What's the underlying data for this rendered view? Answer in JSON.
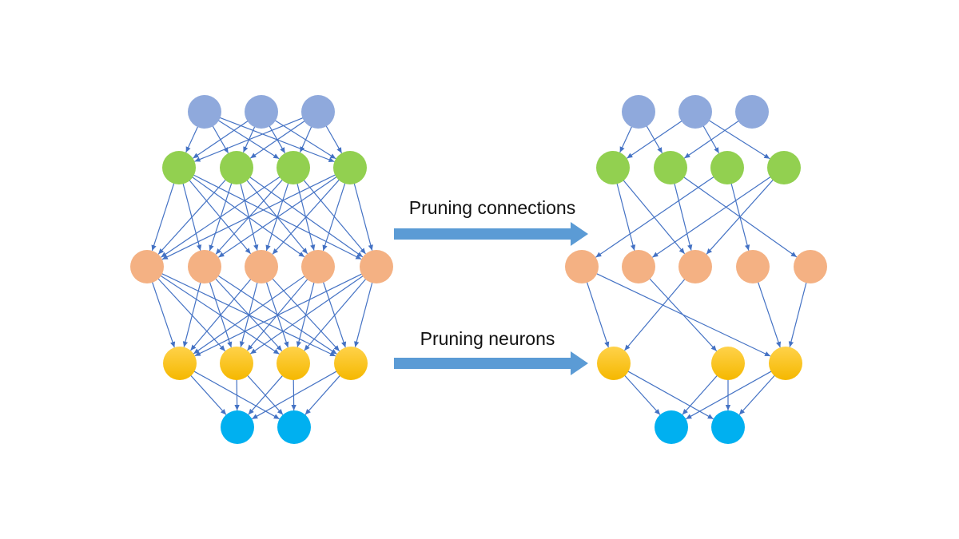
{
  "labels": {
    "pruning_connections": "Pruning connections",
    "pruning_neurons": "Pruning neurons"
  },
  "colors": {
    "input": "#8FA9DC",
    "hidden1": "#92D050",
    "hidden2": "#F4B183",
    "hidden3": "#FFC000",
    "output": "#00B0F0",
    "edge": "#4472C4",
    "arrow": "#5B9BD5"
  },
  "networks": {
    "original": {
      "layer_sizes": [
        3,
        4,
        5,
        4,
        2
      ]
    },
    "pruned": {
      "layer_sizes": [
        3,
        4,
        5,
        3,
        2
      ],
      "removed_neurons": [
        "hidden3 neuron 2"
      ]
    }
  }
}
